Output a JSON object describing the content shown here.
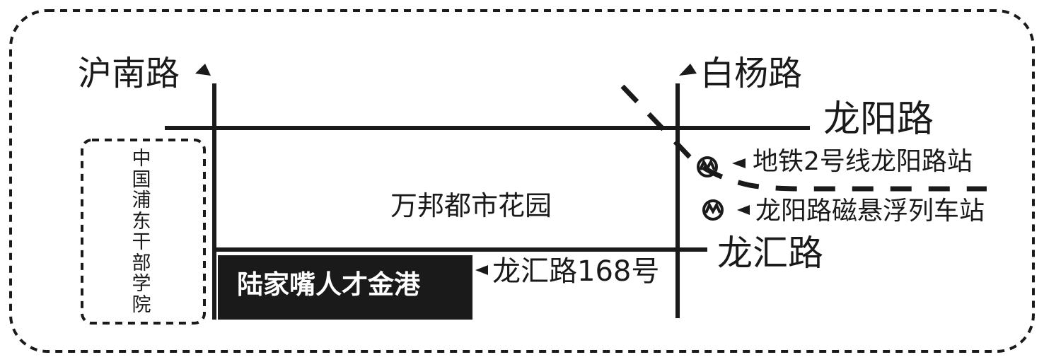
{
  "roads": {
    "hunan_road": "沪南路",
    "baiyang_road": "白杨路",
    "longyang_road": "龙阳路",
    "longhui_road": "龙汇路"
  },
  "places": {
    "cadre_academy": "中国浦东干部学院",
    "wanbang_garden": "万邦都市花园",
    "target_building": "陆家嘴人才金港",
    "address": "龙汇路168号"
  },
  "stations": [
    {
      "label": "地铁2号线龙阳路站",
      "icon": "metro-icon"
    },
    {
      "label": "龙阳路磁悬浮列车站",
      "icon": "metro-icon"
    }
  ],
  "colors": {
    "ink": "#1a1a1a",
    "background": "#ffffff"
  }
}
